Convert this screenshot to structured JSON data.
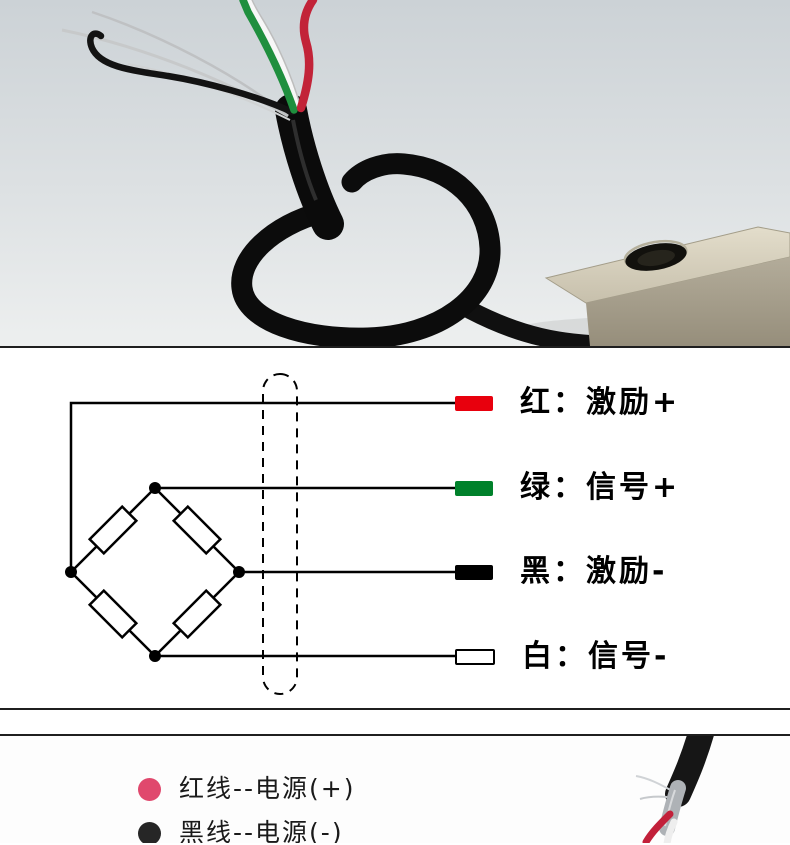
{
  "photo": {
    "cable_color": "#0c0c0c",
    "wire_colors": {
      "red": "#c22338",
      "green": "#1f8f3e",
      "white": "#f7f7f7",
      "black": "#131313",
      "shield": "#c7c9ca"
    },
    "block_color": "#c7c0ac"
  },
  "diagram": {
    "rows": [
      {
        "name": "red",
        "swatch_hex": "#e8000d",
        "text": "红：激励+"
      },
      {
        "name": "green",
        "swatch_hex": "#00812b",
        "text": "绿：信号+"
      },
      {
        "name": "black",
        "swatch_hex": "#000000",
        "text": "黑：激励-"
      },
      {
        "name": "white",
        "swatch_hex": "#ffffff",
        "text": "白：信号-"
      }
    ]
  },
  "legend": {
    "items": [
      {
        "bullet_hex": "#e0486d",
        "text": "红线--电源(+)"
      },
      {
        "bullet_hex": "#262626",
        "text": "黑线--电源(-)"
      }
    ]
  }
}
